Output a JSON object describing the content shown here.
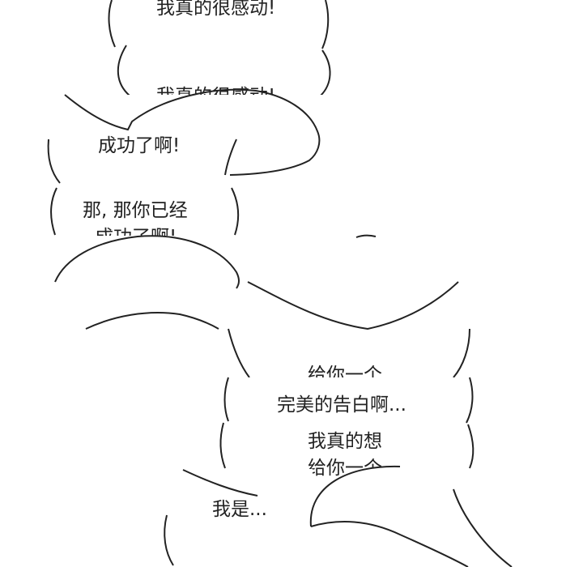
{
  "bubbles": [
    {
      "id": "b1",
      "lines": [
        "我真的很感动!"
      ]
    },
    {
      "id": "b2",
      "lines": [
        "我真的很感动!"
      ]
    },
    {
      "id": "b3",
      "lines": [
        "成功了啊!"
      ]
    },
    {
      "id": "b4",
      "lines": [
        "那, 那你已经",
        "成功了啊!"
      ]
    },
    {
      "id": "b5",
      "lines": [
        "给你一个"
      ]
    },
    {
      "id": "b6",
      "lines": [
        "完美的告白啊..."
      ]
    },
    {
      "id": "b7",
      "lines": [
        "我真的想",
        "给你一个"
      ]
    },
    {
      "id": "b8",
      "lines": [
        "我是..."
      ]
    }
  ],
  "style": {
    "ink": "#222222",
    "paper": "#ffffff"
  }
}
